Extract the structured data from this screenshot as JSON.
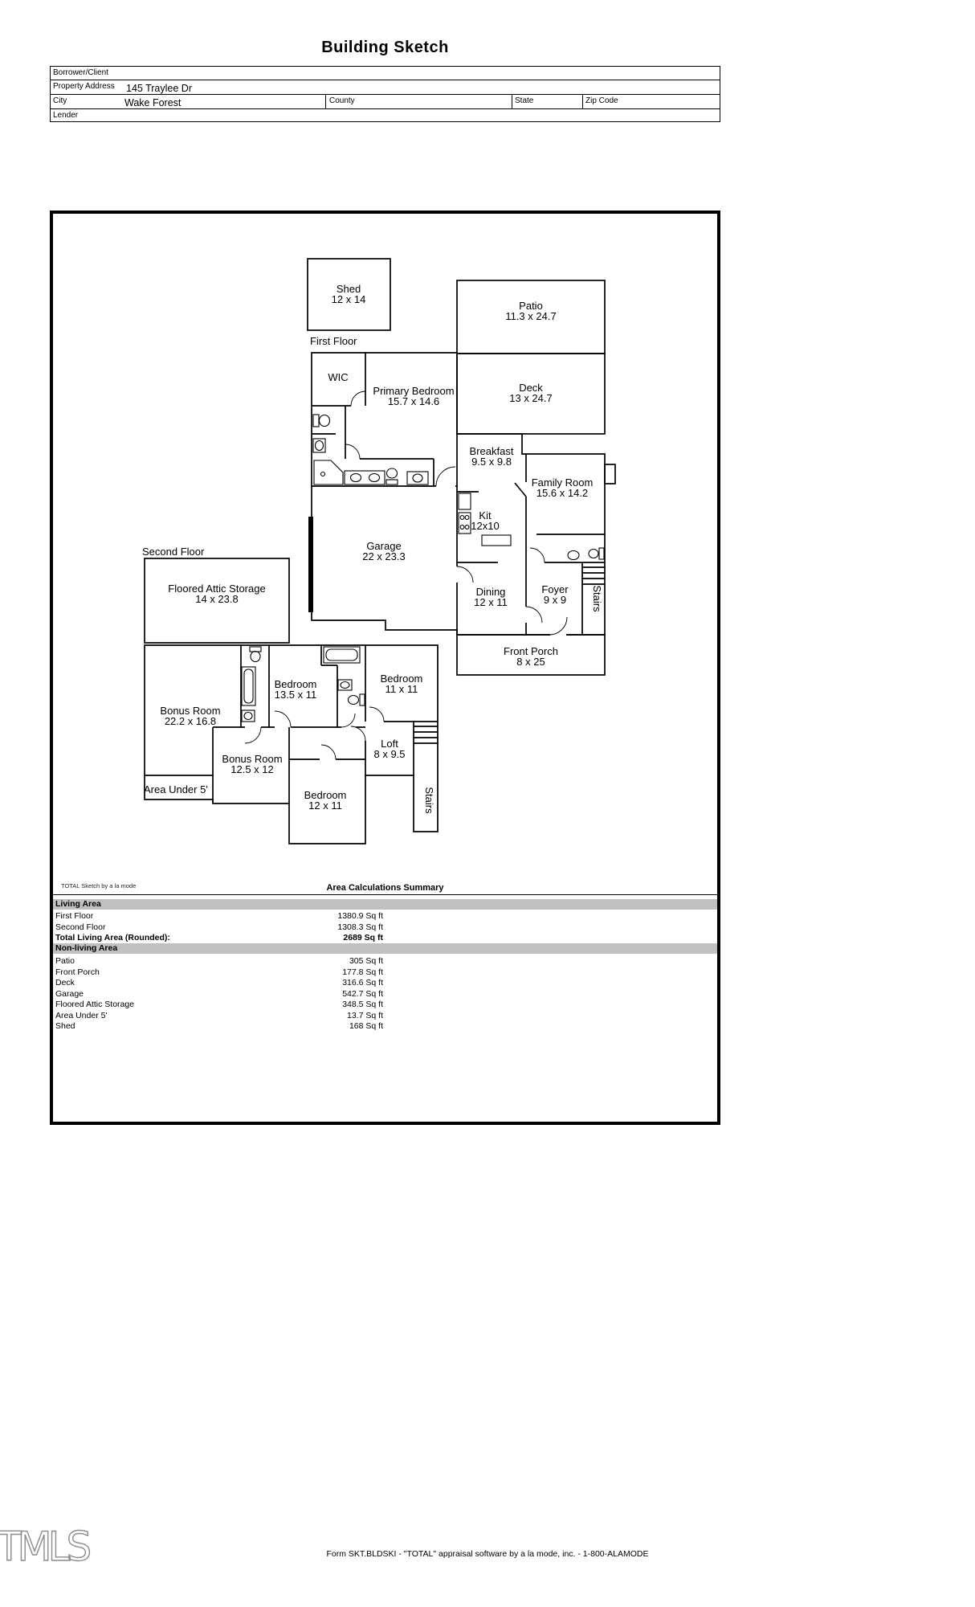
{
  "title": "Building Sketch",
  "form": {
    "borrower_label": "Borrower/Client",
    "property_label": "Property Address",
    "property_value": "145 Traylee Dr",
    "city_label": "City",
    "city_value": "Wake Forest",
    "county_label": "County",
    "state_label": "State",
    "zip_label": "Zip Code",
    "lender_label": "Lender"
  },
  "sketch": {
    "floors": {
      "first": "First Floor",
      "second": "Second Floor"
    },
    "rooms": {
      "shed": {
        "name": "Shed",
        "dims": "12 x 14"
      },
      "patio": {
        "name": "Patio",
        "dims": "11.3 x 24.7"
      },
      "deck": {
        "name": "Deck",
        "dims": "13 x 24.7"
      },
      "wic": {
        "name": "WIC"
      },
      "primary_bedroom": {
        "name": "Primary Bedroom",
        "dims": "15.7 x 14.6"
      },
      "breakfast": {
        "name": "Breakfast",
        "dims": "9.5 x 9.8"
      },
      "family_room": {
        "name": "Family Room",
        "dims": "15.6 x 14.2"
      },
      "kitchen": {
        "name": "Kit",
        "dims": "12x10"
      },
      "garage": {
        "name": "Garage",
        "dims": "22 x 23.3"
      },
      "dining": {
        "name": "Dining",
        "dims": "12 x 11"
      },
      "foyer": {
        "name": "Foyer",
        "dims": "9 x 9"
      },
      "stairs": {
        "name": "Stairs"
      },
      "front_porch": {
        "name": "Front Porch",
        "dims": "8 x 25"
      },
      "attic": {
        "name": "Floored Attic Storage",
        "dims": "14 x 23.8"
      },
      "bonus1": {
        "name": "Bonus Room",
        "dims": "22.2 x 16.8"
      },
      "bedroom1": {
        "name": "Bedroom",
        "dims": "13.5 x 11"
      },
      "bedroom2": {
        "name": "Bedroom",
        "dims": "11 x 11"
      },
      "loft": {
        "name": "Loft",
        "dims": "8 x 9.5"
      },
      "bonus2": {
        "name": "Bonus Room",
        "dims": "12.5 x 12"
      },
      "area_under_5": {
        "name": "Area Under 5'"
      },
      "bedroom3": {
        "name": "Bedroom",
        "dims": "12 x 11"
      }
    }
  },
  "summary": {
    "watermark": "TOTAL Sketch by a la mode",
    "title": "Area Calculations Summary",
    "living_header": "Living Area",
    "living_rows": [
      {
        "label": "First Floor",
        "value": "1380.9 Sq ft"
      },
      {
        "label": "Second Floor",
        "value": "1308.3 Sq ft"
      }
    ],
    "total_row": {
      "label": "Total Living Area (Rounded):",
      "value": "2689 Sq ft"
    },
    "nonliving_header": "Non-living Area",
    "nonliving_rows": [
      {
        "label": "Patio",
        "value": "305 Sq ft"
      },
      {
        "label": "Front Porch",
        "value": "177.8 Sq ft"
      },
      {
        "label": "Deck",
        "value": "316.6 Sq ft"
      },
      {
        "label": "Garage",
        "value": "542.7 Sq ft"
      },
      {
        "label": "Floored Attic Storage",
        "value": "348.5 Sq ft"
      },
      {
        "label": "Area Under 5'",
        "value": "13.7 Sq ft"
      },
      {
        "label": "Shed",
        "value": "168 Sq ft"
      }
    ]
  },
  "footer": {
    "text": "Form SKT.BLDSKI - \"TOTAL\" appraisal software by a la mode, inc. - 1-800-ALAMODE",
    "logo": "TMLS"
  }
}
